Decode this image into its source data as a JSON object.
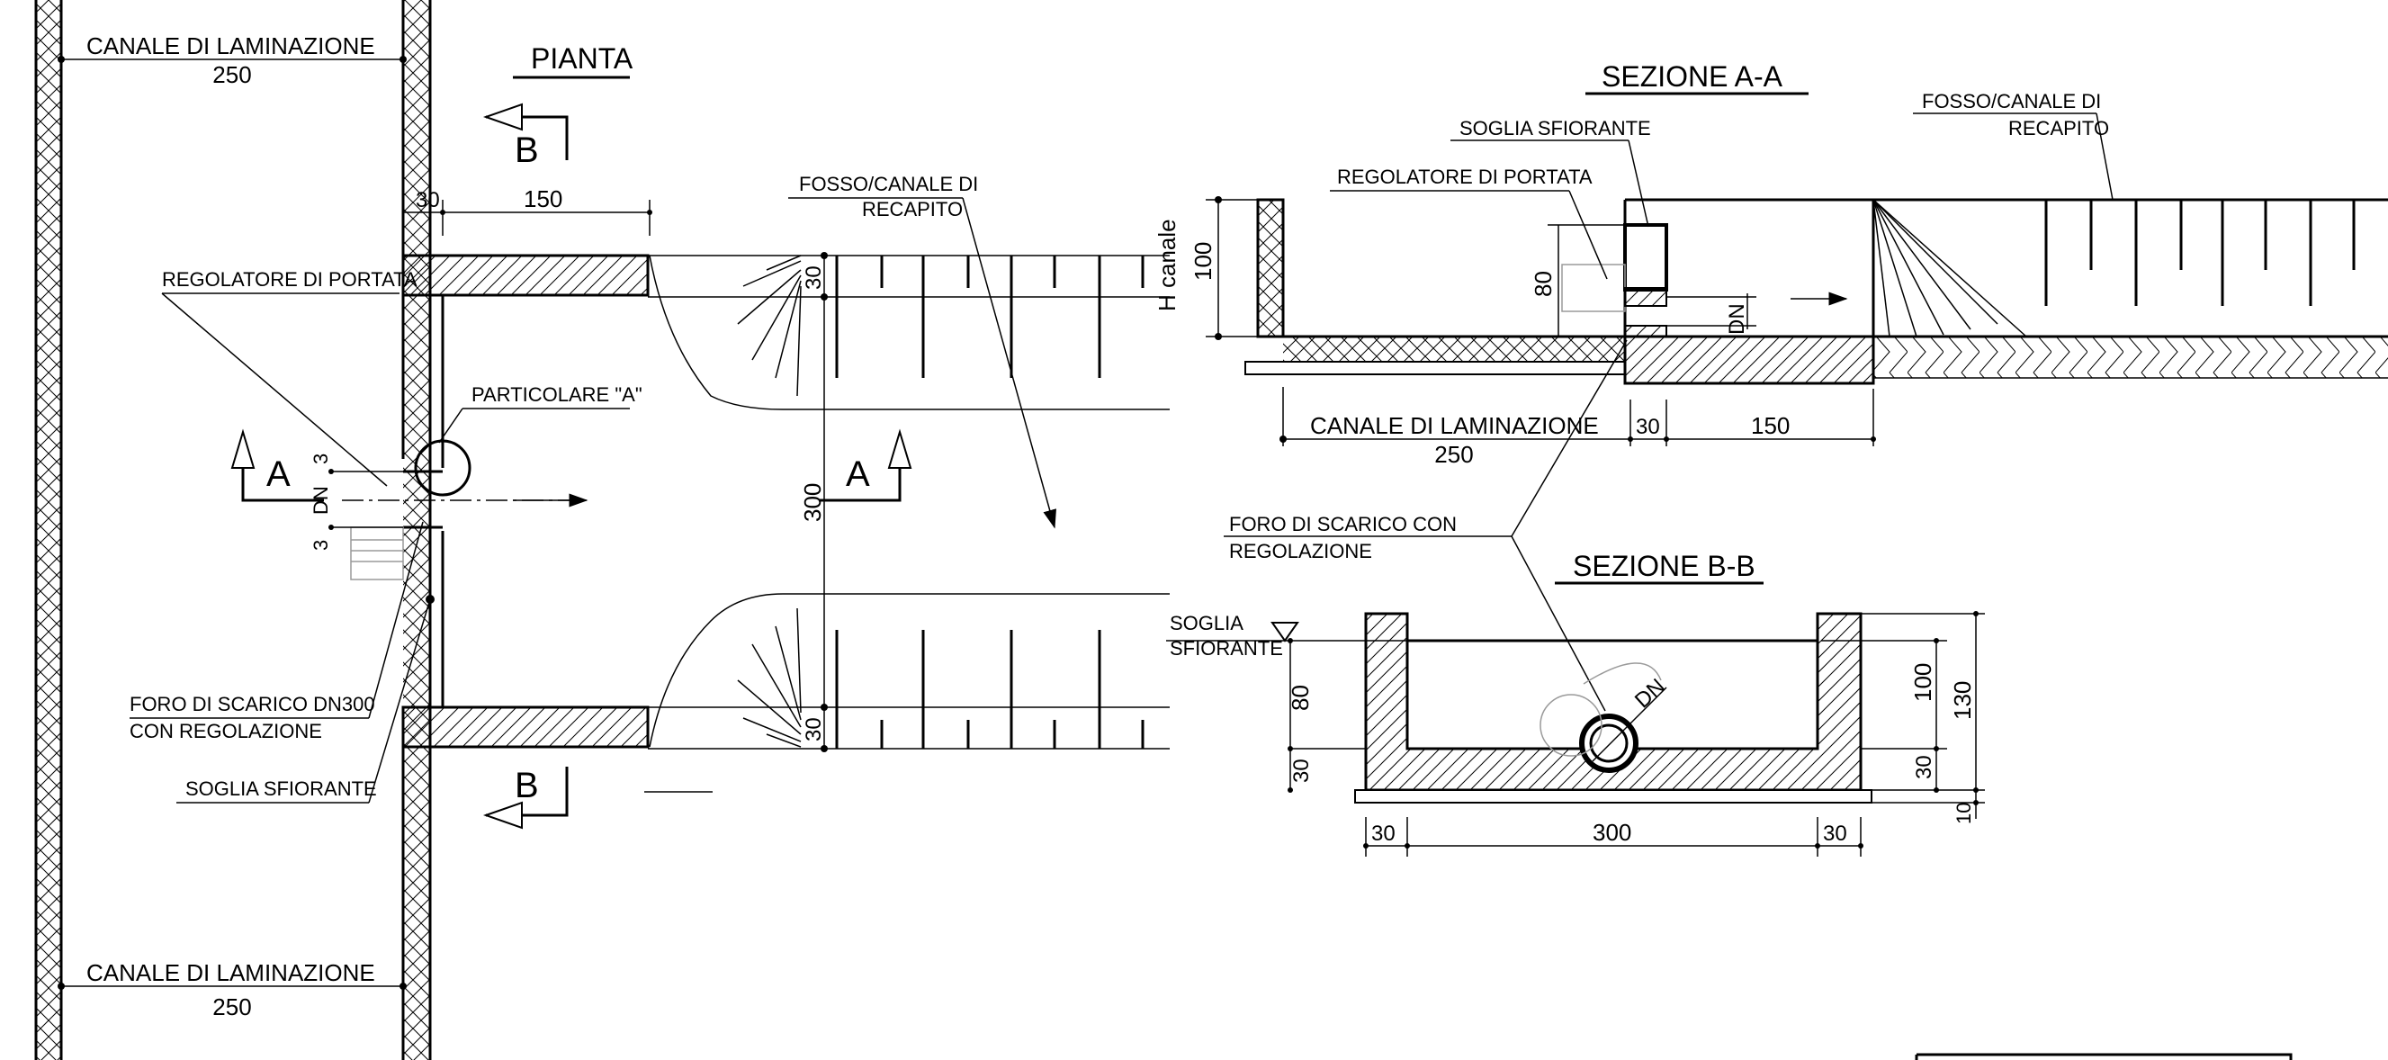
{
  "pianta": {
    "title": "PIANTA",
    "canale_top": "CANALE DI LAMINAZIONE",
    "canale_top_w": "250",
    "canale_bot": "CANALE DI LAMINAZIONE",
    "canale_bot_w": "250",
    "dim_30": "30",
    "dim_150": "150",
    "dim_30_right_top": "30",
    "dim_30_right_bot": "30",
    "dim_300": "300",
    "dim_3a": "3",
    "dim_dn": "DN",
    "dim_3b": "3",
    "regolatore": "REGOLATORE DI PORTATA",
    "particolare": "PARTICOLARE \"A\"",
    "foro_1": "FORO DI SCARICO DN300",
    "foro_2": "CON REGOLAZIONE",
    "soglia": "SOGLIA SFIORANTE",
    "fosso_1": "FOSSO/CANALE DI",
    "fosso_2": "RECAPITO",
    "sec_a_left": "A",
    "sec_a_right": "A",
    "sec_b_top": "B",
    "sec_b_bot": "B"
  },
  "sezione_aa": {
    "title": "SEZIONE A-A",
    "soglia": "SOGLIA SFIORANTE",
    "regolatore": "REGOLATORE DI PORTATA",
    "fosso_1": "FOSSO/CANALE DI",
    "fosso_2": "RECAPITO",
    "h_canale": "H canale",
    "dim_100": "100",
    "dim_80": "80",
    "dim_dn": "DN",
    "canale": "CANALE DI LAMINAZIONE",
    "canale_w": "250",
    "dim_30": "30",
    "dim_150": "150"
  },
  "foro": {
    "line1": "FORO DI SCARICO CON",
    "line2": "REGOLAZIONE"
  },
  "sezione_bb": {
    "title": "SEZIONE B-B",
    "soglia_1": "SOGLIA",
    "soglia_2": "SFIORANTE",
    "dim_80": "80",
    "dim_30_left": "30",
    "dim_dn": "DN",
    "dim_100": "100",
    "dim_130": "130",
    "dim_30_right": "30",
    "dim_10": "10",
    "dim_30_a": "30",
    "dim_300": "300",
    "dim_30_b": "30"
  }
}
